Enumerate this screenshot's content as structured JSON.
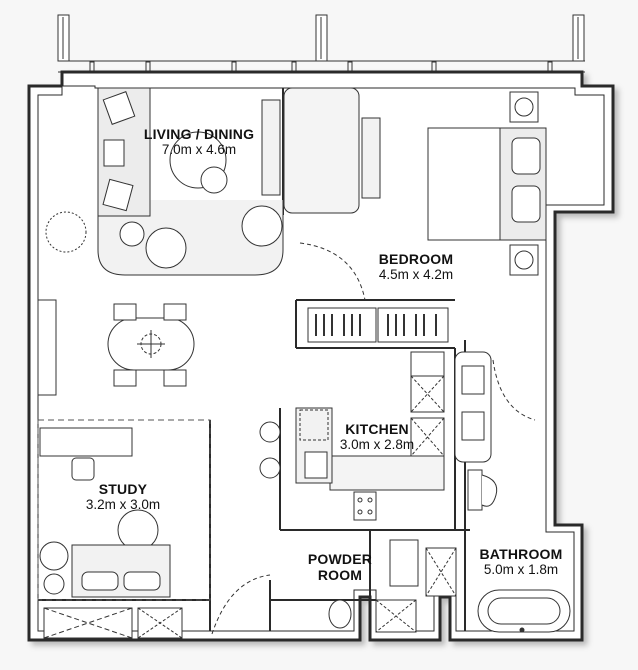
{
  "floorplan": {
    "title": "Apartment Floor Plan",
    "colors": {
      "background": "#f7f7f7",
      "floor": "#ffffff",
      "wall": "#2a2a2a",
      "furniture_fill": "#e9e9e9",
      "label": "#111111"
    },
    "rooms": [
      {
        "id": "living-dining",
        "name": "LIVING / DINING",
        "dimensions": "7.0m x 4.6m"
      },
      {
        "id": "bedroom",
        "name": "BEDROOM",
        "dimensions": "4.5m x 4.2m"
      },
      {
        "id": "kitchen",
        "name": "KITCHEN",
        "dimensions": "3.0m x 2.8m"
      },
      {
        "id": "study",
        "name": "STUDY",
        "dimensions": "3.2m x 3.0m"
      },
      {
        "id": "powder-room",
        "name": "POWDER ROOM",
        "name_line1": "POWDER",
        "name_line2": "ROOM"
      },
      {
        "id": "bathroom",
        "name": "BATHROOM",
        "dimensions": "5.0m x 1.8m"
      }
    ]
  }
}
